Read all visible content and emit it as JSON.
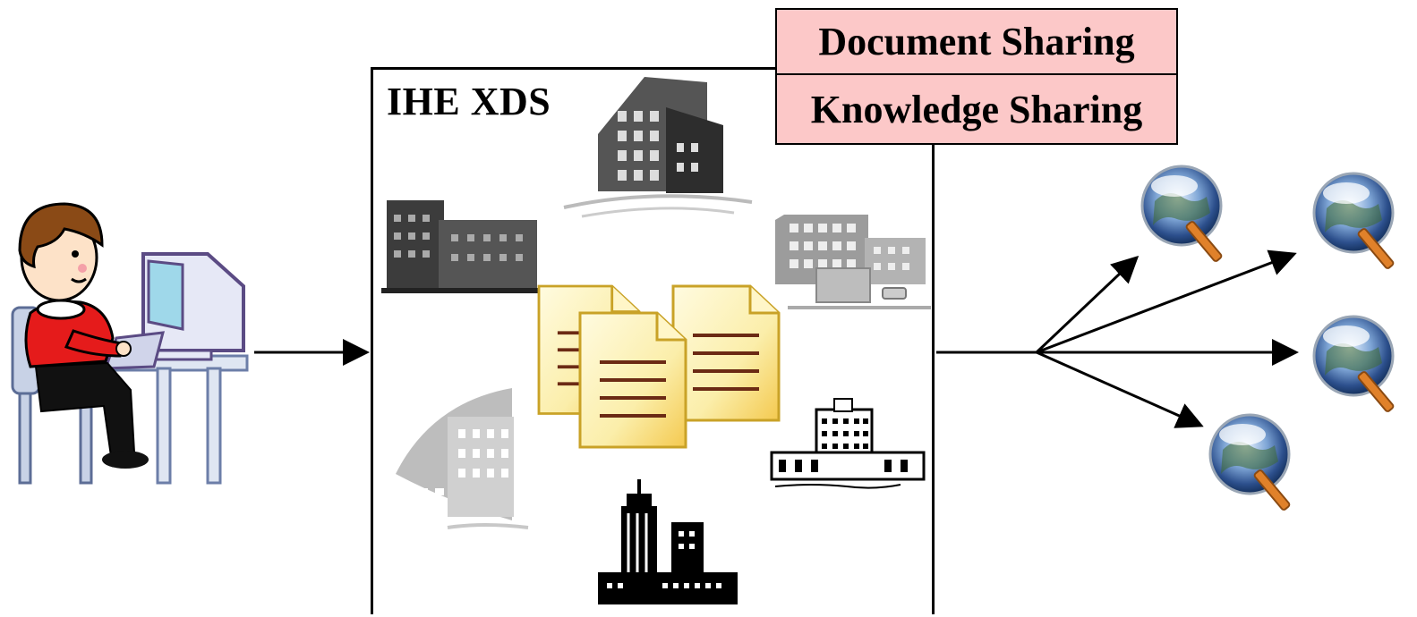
{
  "diagram": {
    "system_label": "IHE XDS",
    "sharing_labels": [
      "Document Sharing",
      "Knowledge Sharing"
    ]
  },
  "icons": {
    "user": "user-at-computer-icon",
    "buildings": "hospital-building-icon",
    "documents": "document-icon",
    "search": "globe-magnifier-icon"
  },
  "colors": {
    "label_fill": "#fcc8c8",
    "document_fill": "#fbeeaa",
    "document_border": "#c9a227",
    "document_lines": "#6b2a14"
  }
}
